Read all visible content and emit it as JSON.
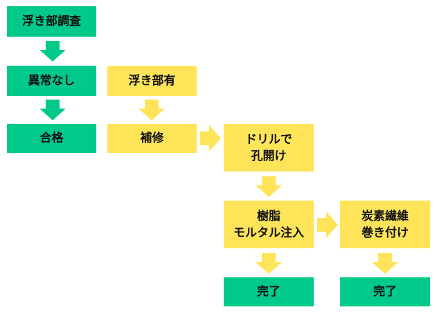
{
  "colors": {
    "green": "#00c98a",
    "yellow": "#ffe45a",
    "text": "#111111"
  },
  "nodes": {
    "survey": "浮き部調査",
    "no_abnormality": "異常なし",
    "pass": "合格",
    "floating_present": "浮き部有",
    "repair": "補修",
    "drill": "ドリルで\n孔開け",
    "resin": "樹脂\nモルタル注入",
    "carbon": "炭素繊維\n巻き付け",
    "done_resin": "完了",
    "done_carbon": "完了"
  }
}
